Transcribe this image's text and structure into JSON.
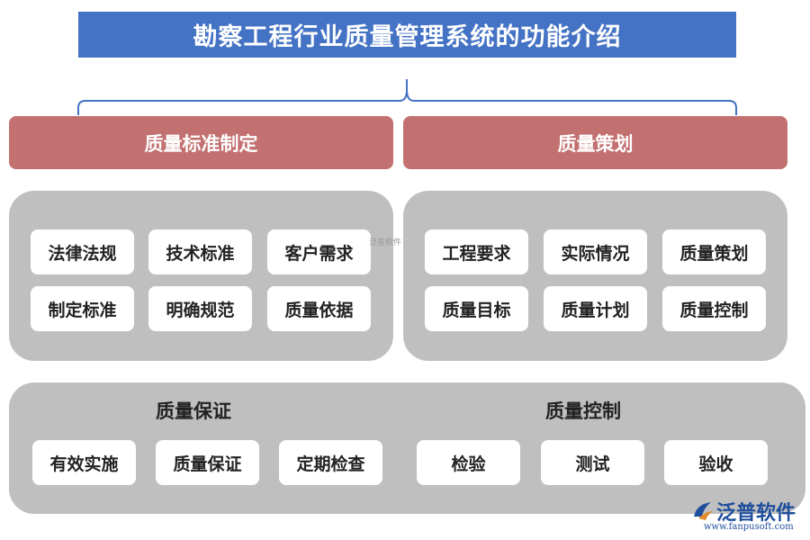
{
  "title": "勘察工程行业质量管理系统的功能介绍",
  "headers": {
    "left": "质量标准制定",
    "right": "质量策划"
  },
  "panel_left": [
    "法律法规",
    "技术标准",
    "客户需求",
    "制定标准",
    "明确规范",
    "质量依据"
  ],
  "panel_right": [
    "工程要求",
    "实际情况",
    "质量策划",
    "质量目标",
    "质量计划",
    "质量控制"
  ],
  "bottom": {
    "left_label": "质量保证",
    "left_items": [
      "有效实施",
      "质量保证",
      "定期检查"
    ],
    "right_label": "质量控制",
    "right_items": [
      "检验",
      "测试",
      "验收"
    ]
  },
  "watermark": "泛普软件",
  "logo": {
    "name": "泛普软件",
    "url": "www.fanpusoft.com"
  },
  "colors": {
    "title_bg": "#4472c4",
    "header_bg": "#c27170",
    "panel_bg": "#bfbfbf",
    "brace": "#4472c4"
  }
}
